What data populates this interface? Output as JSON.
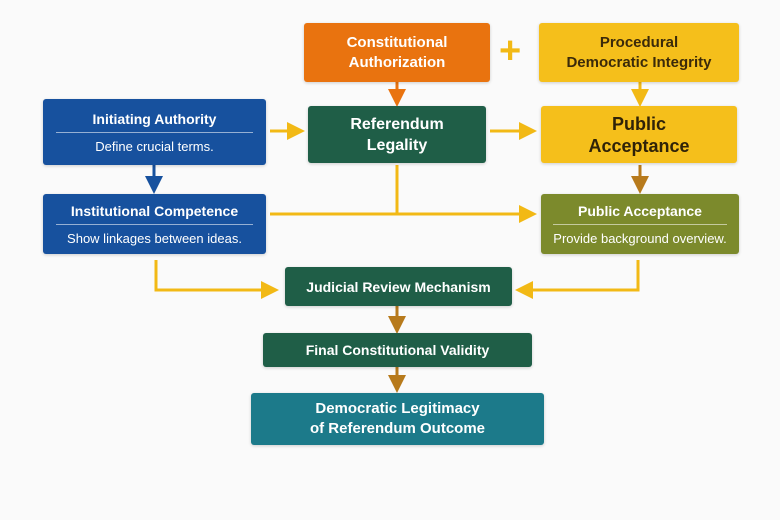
{
  "colors": {
    "orange": "#e9730f",
    "yellow": "#f5bf1b",
    "blue": "#17519e",
    "dark_green": "#1f5e47",
    "olive": "#7c8a2c",
    "teal": "#1c7a8a",
    "connector_yellow": "#f2b915",
    "connector_brown": "#b77a1c"
  },
  "plus_icon": "+",
  "nodes": {
    "constitutional_authorization": {
      "line1": "Constitutional",
      "line2": "Authorization"
    },
    "procedural_integrity": {
      "line1": "Procedural",
      "line2": "Democratic Integrity"
    },
    "initiating_authority": {
      "title": "Initiating Authority",
      "subtitle": "Define crucial terms."
    },
    "referendum_legality": {
      "line1": "Referendum",
      "line2": "Legality"
    },
    "public_acceptance_top": {
      "line1": "Public",
      "line2": "Acceptance"
    },
    "institutional_competence": {
      "title": "Institutional Competence",
      "subtitle": "Show linkages between ideas."
    },
    "public_acceptance_detail": {
      "title": "Public Acceptance",
      "subtitle": "Provide background overview."
    },
    "judicial_review": {
      "label": "Judicial Review Mechanism"
    },
    "final_validity": {
      "label": "Final Constitutional Validity"
    },
    "democratic_legitimacy": {
      "line1": "Democratic Legitimacy",
      "line2": "of Referendum Outcome"
    }
  }
}
